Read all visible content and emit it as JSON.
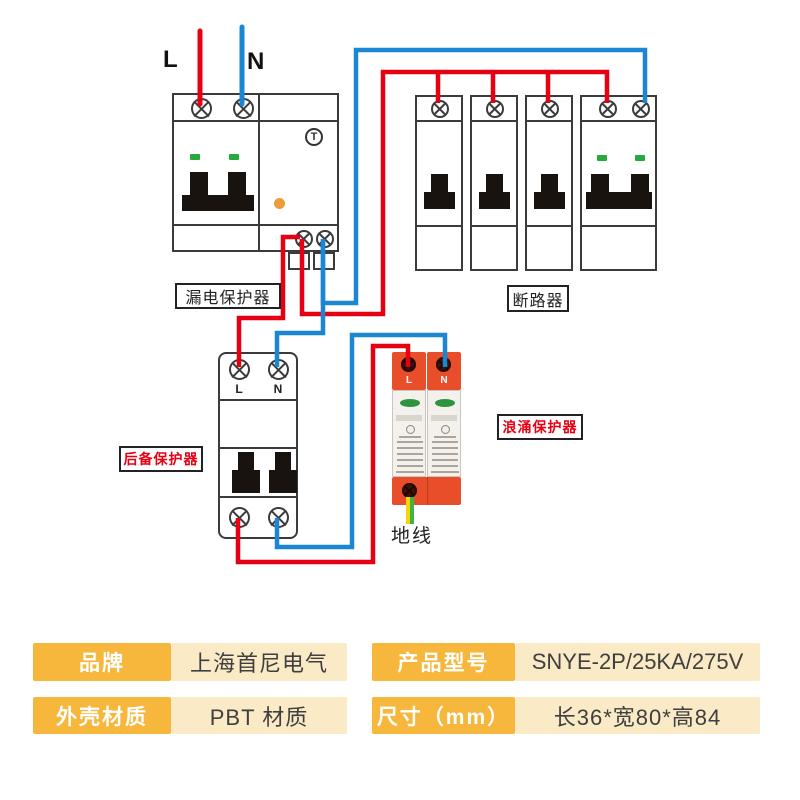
{
  "colors": {
    "live_wire": "#e60012",
    "neutral_wire": "#1b87d2",
    "ground_yellow": "#f2d800",
    "ground_green": "#3cb44a",
    "indicator_green": "#27a93c",
    "surge_orange": "#e94e2b",
    "table_gold": "#f6b73c",
    "table_cream": "#faeac6",
    "label_red": "#e60012"
  },
  "diagram": {
    "feed": {
      "live_label": "L",
      "neutral_label": "N"
    },
    "leakage_protector": {
      "label": "漏电保护器",
      "test_button": "T"
    },
    "circuit_breaker": {
      "label": "断路器"
    },
    "backup_protector": {
      "label": "后备保护器",
      "live_label": "L",
      "neutral_label": "N"
    },
    "surge_protector": {
      "label": "浪涌保护器",
      "live_label": "L",
      "neutral_label": "N"
    },
    "ground": {
      "label": "地线"
    }
  },
  "spec_table": {
    "rows": [
      {
        "label": "品牌",
        "value": "上海首尼电气"
      },
      {
        "label": "外壳材质",
        "value": "PBT 材质"
      },
      {
        "label": "产品型号",
        "value": "SNYE-2P/25KA/275V"
      },
      {
        "label": "尺寸（mm）",
        "value": "长36*宽80*高84"
      }
    ]
  }
}
